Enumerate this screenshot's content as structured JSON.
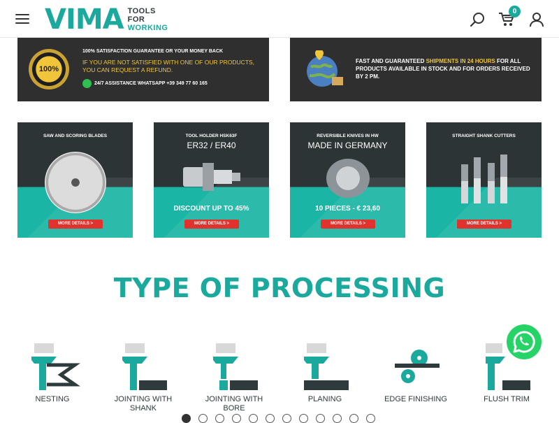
{
  "header": {
    "logo_main": "VIMA",
    "logo_sub_1": "TOOLS",
    "logo_sub_2": "FOR",
    "logo_sub_3": "WORKING",
    "cart_count": "0"
  },
  "banners": {
    "guarantee": {
      "seal_text": "100%",
      "title": "100% SATISFACTION GUARANTEE OR YOUR MONEY BACK",
      "body": "IF YOU ARE NOT SATISFIED WITH ONE OF OUR PRODUCTS, YOU CAN REQUEST A REFUND.",
      "assistance": "24/7 ASSISTANCE WHATSAPP +39 349 77 60 165"
    },
    "shipping": {
      "text_a": "FAST AND GUARANTEED ",
      "text_highlight": "SHIPMENTS IN 24 HOURS",
      "text_b": " FOR ALL PRODUCTS AVAILABLE IN STOCK AND FOR ORDERS RECEIVED BY 2 PM."
    }
  },
  "tiles": [
    {
      "heading": "SAW AND SCORING BLADES",
      "subheading": "",
      "footer": "",
      "button": "MORE DETAILS >"
    },
    {
      "heading": "TOOL HOLDER HSK63F",
      "subheading": "ER32 / ER40",
      "footer": "DISCOUNT UP TO 45%",
      "button": "MORE DETAILS >"
    },
    {
      "heading": "REVERSIBLE KNIVES IN HW",
      "subheading": "MADE IN GERMANY",
      "footer": "10 PIECES - € 23,60",
      "button": "MORE DETAILS >"
    },
    {
      "heading": "STRAIGHT SHANK CUTTERS",
      "subheading": "",
      "footer": "",
      "button": "MORE DETAILS >"
    }
  ],
  "section_title": "TYPE OF PROCESSING",
  "processing": [
    {
      "label": "NESTING",
      "icon": "nesting-icon"
    },
    {
      "label": "JOINTING WITH SHANK",
      "icon": "jointing-shank-icon"
    },
    {
      "label": "JOINTING WITH BORE",
      "icon": "jointing-bore-icon"
    },
    {
      "label": "PLANING",
      "icon": "planing-icon"
    },
    {
      "label": "EDGE FINISHING",
      "icon": "edge-finishing-icon"
    },
    {
      "label": "FLUSH TRIM",
      "icon": "flush-trim-icon"
    }
  ],
  "carousel": {
    "total": 12,
    "active": 1
  },
  "colors": {
    "accent": "#1aa99c",
    "dark": "#2e3a3c",
    "highlight": "#f0c53a",
    "button": "#e0332e",
    "whatsapp": "#25d366"
  }
}
